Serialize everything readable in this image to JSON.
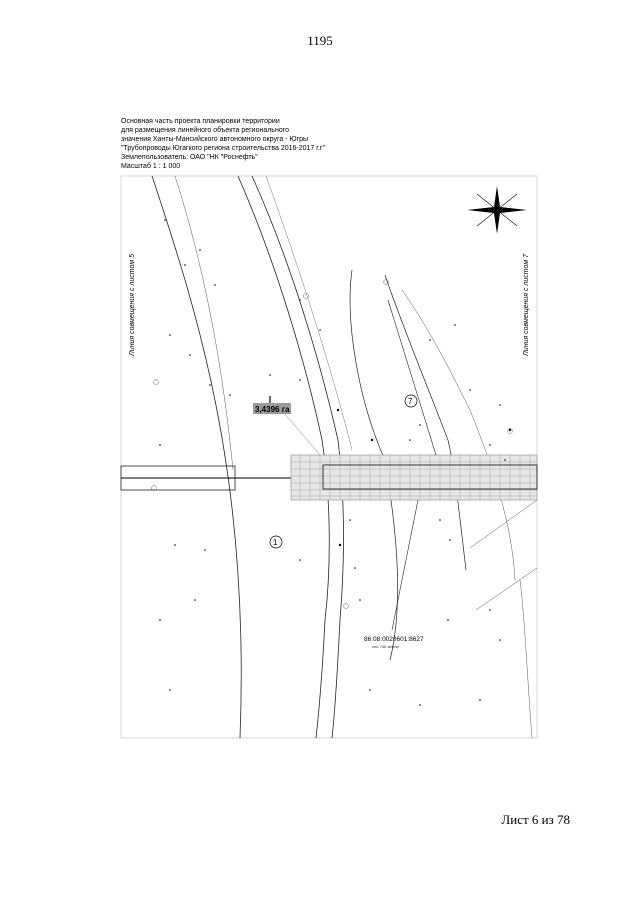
{
  "document": {
    "page_number": "1195",
    "header_lines": [
      "Основная часть проекта планировки территории",
      "для размещения линейного объекта регионального",
      "значения Ханты-Мансийского автономного округа - Югры",
      "\"Трубопроводы Югагкого региона строительства 2016-2017 г.г\"",
      "Землепользователь: ОАО \"НК \"Роснефть\"",
      "Масштаб 1 : 1 000"
    ],
    "sheet_label": "Лист 6 из 78"
  },
  "map": {
    "left_match_line": "Линия совмещения с листом 5",
    "right_match_line": "Линия совмещения с листом 7",
    "area_label": "3,4396 га",
    "cadastral_number": "86:08:0020601:8627",
    "cadastral_subtitle": "лес 746 земли",
    "zone_marker_1": "1",
    "zone_marker_7": "7",
    "colors": {
      "area_highlight": "#9a9a9a",
      "grid": "#8a8a8a",
      "lines": "#222222"
    }
  }
}
